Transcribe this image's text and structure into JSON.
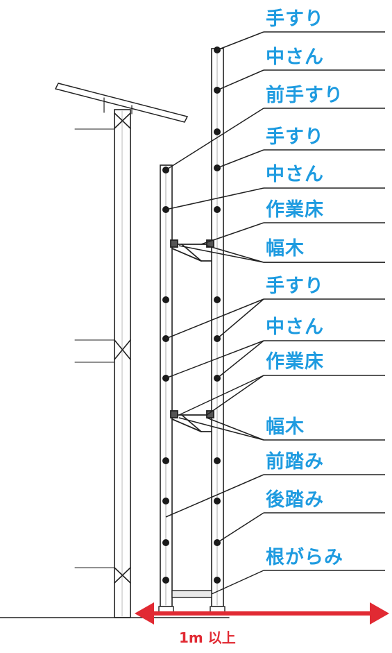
{
  "labels": {
    "handrail_top": "手すり",
    "mid_rail_top": "中さん",
    "front_handrail": "前手すり",
    "handrail_2": "手すり",
    "mid_rail_2": "中さん",
    "work_floor_1": "作業床",
    "toe_board_1": "幅木",
    "handrail_3": "手すり",
    "mid_rail_3": "中さん",
    "work_floor_2": "作業床",
    "toe_board_2": "幅木",
    "front_step": "前踏み",
    "rear_step": "後踏み",
    "base_tie": "根がらみ"
  },
  "dimension": {
    "text": "1m 以上",
    "color": "#e12a33"
  },
  "colors": {
    "label": "#1e9be0",
    "line": "#222222"
  }
}
